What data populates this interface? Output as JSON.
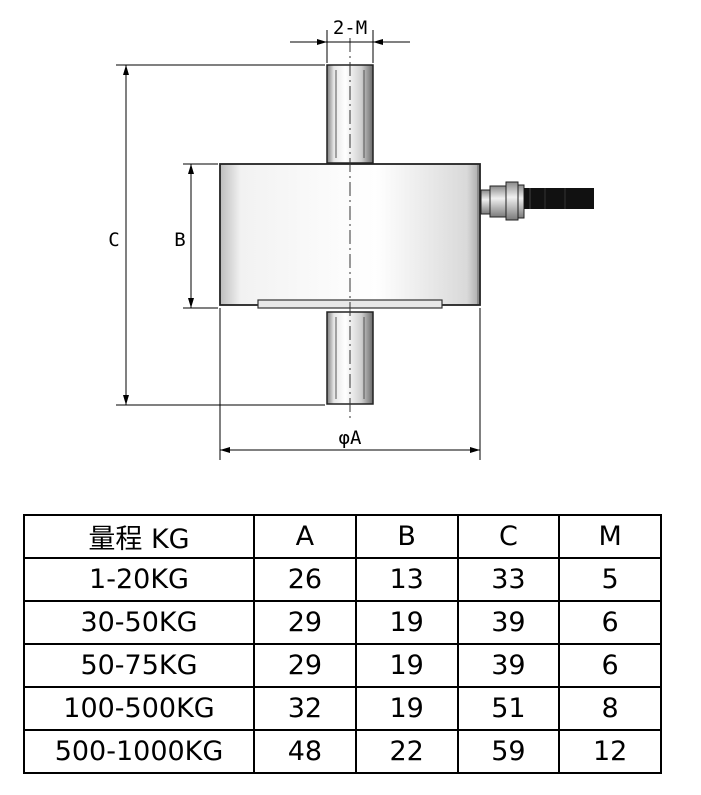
{
  "drawing": {
    "labels": {
      "thread": "2-M",
      "height_total": "C",
      "height_body": "B",
      "diameter": "φA"
    }
  },
  "table": {
    "headers": [
      "量程 KG",
      "A",
      "B",
      "C",
      "M"
    ],
    "rows": [
      [
        "1-20KG",
        "26",
        "13",
        "33",
        "5"
      ],
      [
        "30-50KG",
        "29",
        "19",
        "39",
        "6"
      ],
      [
        "50-75KG",
        "29",
        "19",
        "39",
        "6"
      ],
      [
        "100-500KG",
        "32",
        "19",
        "51",
        "8"
      ],
      [
        "500-1000KG",
        "48",
        "22",
        "59",
        "12"
      ]
    ]
  }
}
